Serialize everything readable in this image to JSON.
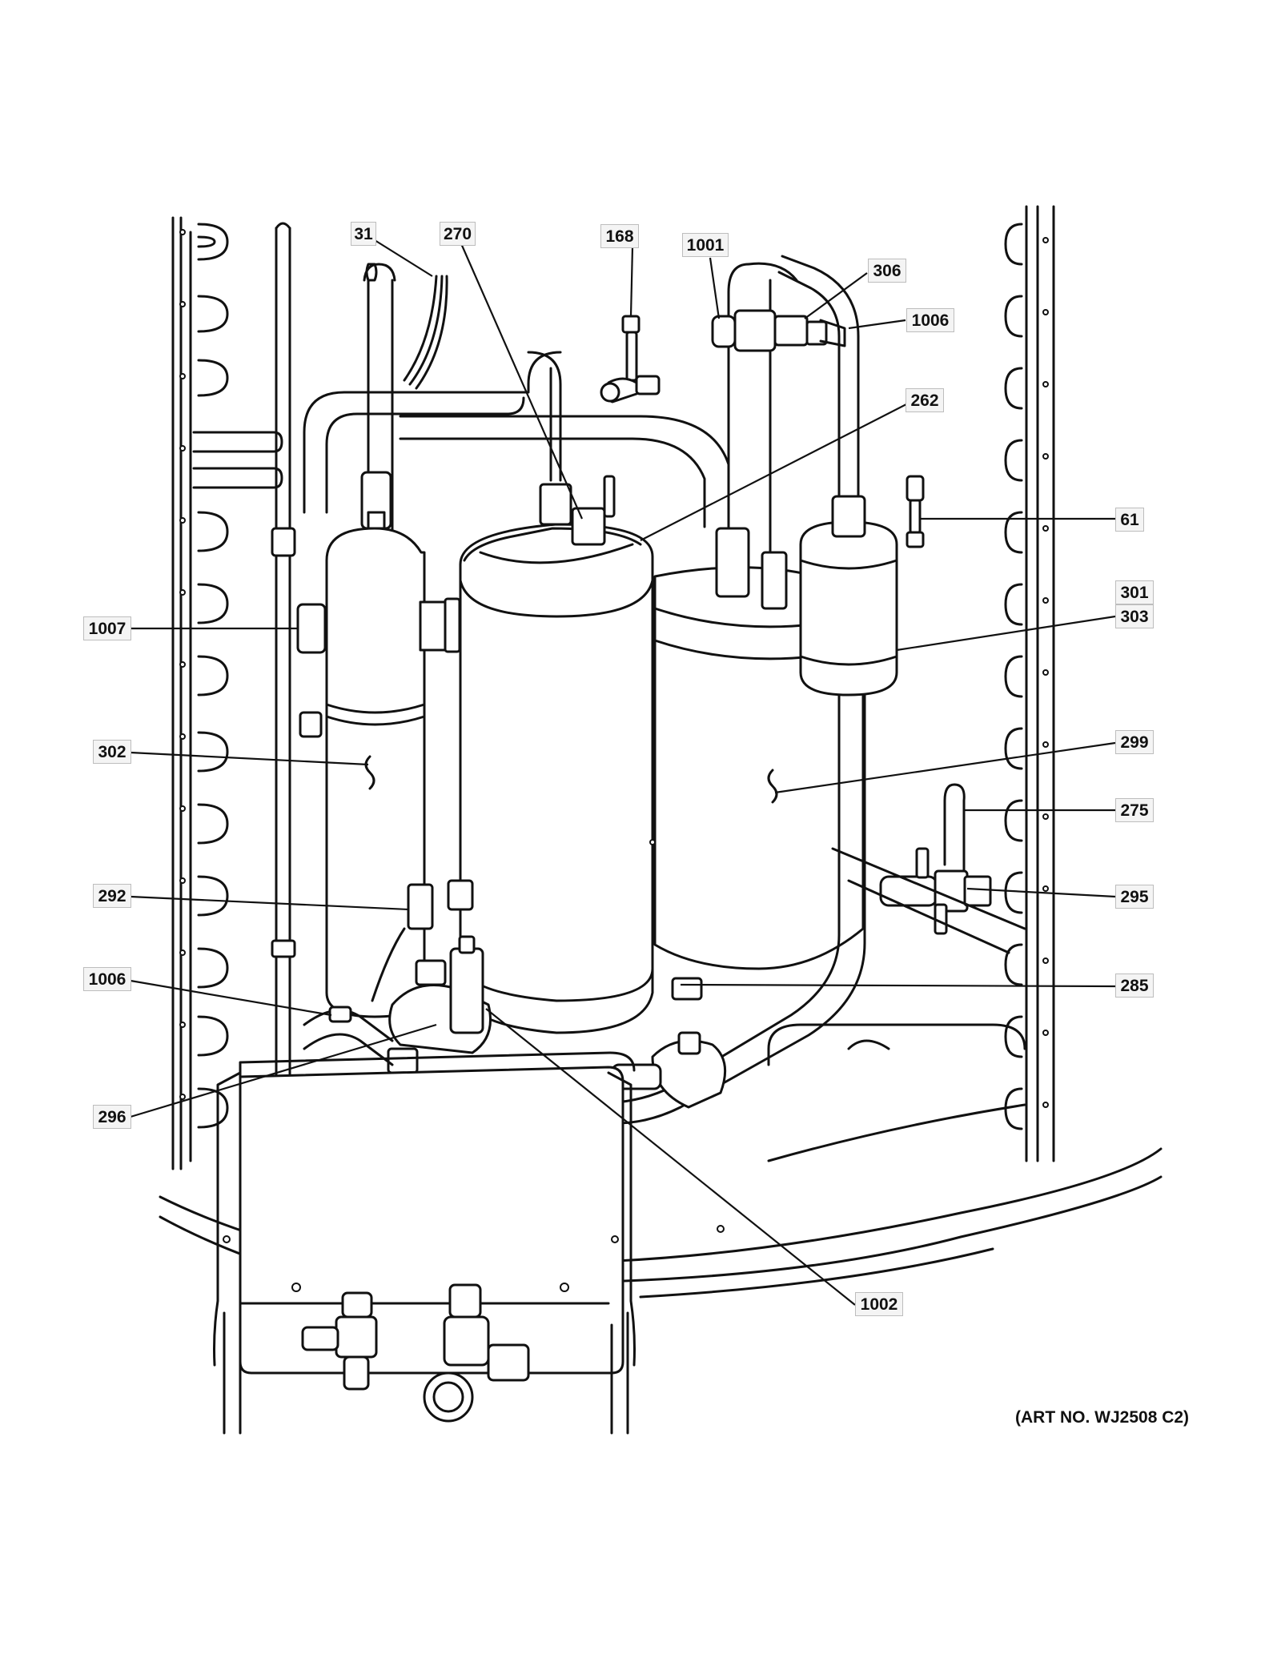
{
  "diagram": {
    "art_number": "(ART NO. WJ2508 C2)",
    "callouts": [
      {
        "id": "31",
        "text": "31"
      },
      {
        "id": "270",
        "text": "270"
      },
      {
        "id": "168",
        "text": "168"
      },
      {
        "id": "1001",
        "text": "1001"
      },
      {
        "id": "306",
        "text": "306"
      },
      {
        "id": "1006a",
        "text": "1006"
      },
      {
        "id": "262",
        "text": "262"
      },
      {
        "id": "61",
        "text": "61"
      },
      {
        "id": "301",
        "text": "301"
      },
      {
        "id": "303",
        "text": "303"
      },
      {
        "id": "1007",
        "text": "1007"
      },
      {
        "id": "302",
        "text": "302"
      },
      {
        "id": "299",
        "text": "299"
      },
      {
        "id": "275",
        "text": "275"
      },
      {
        "id": "292",
        "text": "292"
      },
      {
        "id": "295",
        "text": "295"
      },
      {
        "id": "1006b",
        "text": "1006"
      },
      {
        "id": "285",
        "text": "285"
      },
      {
        "id": "296",
        "text": "296"
      },
      {
        "id": "1002",
        "text": "1002"
      }
    ]
  }
}
